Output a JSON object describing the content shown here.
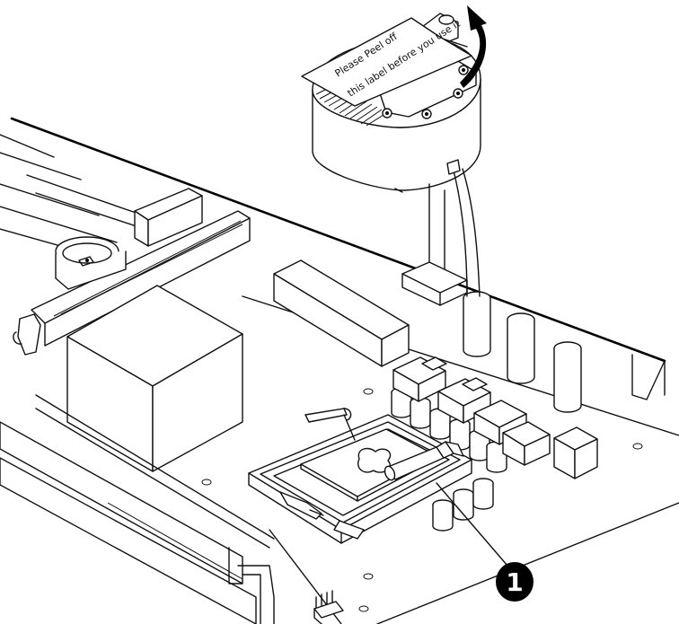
{
  "figure": {
    "sticker_line1": "Please Peel off",
    "sticker_line2": "this label before you use it",
    "callout_number": "1"
  }
}
